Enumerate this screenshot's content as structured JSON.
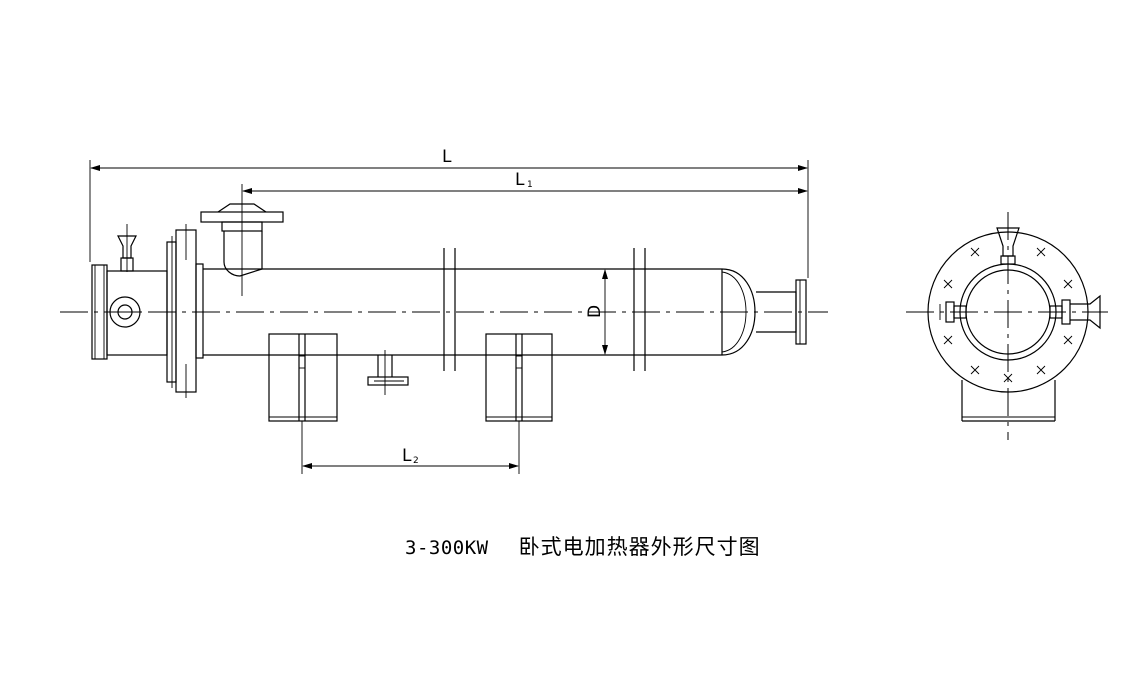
{
  "dimensions": {
    "L": "L",
    "L1_main": "L",
    "L1_sub": "1",
    "L2_main": "L",
    "L2_sub": "2",
    "D": "D"
  },
  "caption": {
    "model": "3-300KW",
    "title": "卧式电加热器外形尺寸图"
  }
}
